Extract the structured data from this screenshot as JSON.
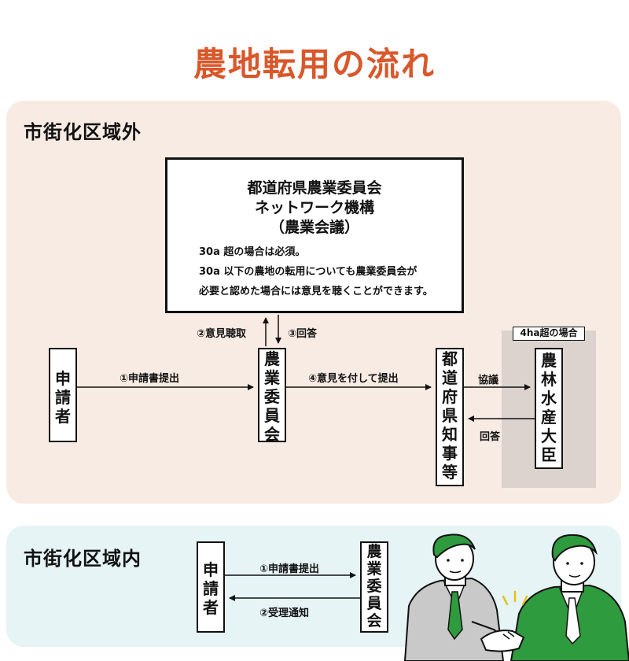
{
  "title": "農地転用の流れ",
  "outside": {
    "label": "市街化区域外",
    "committee_network": {
      "line1": "都道府県農業委員会",
      "line2": "ネットワーク機構",
      "line3": "（農業会議）",
      "note1": "30a 超の場合は必須。",
      "note2": "30a 以下の農地の転用についても農業委員会が",
      "note3": "必要と認めた場合には意見を聴くことができます。"
    },
    "applicant": "申請者",
    "agri_committee": "農業委員会",
    "governor": "都道府県知事等",
    "minister": "農林水産大臣",
    "over4ha_tag": "4ha超の場合",
    "arrows": {
      "submit": "①申請書提出",
      "hearing": "②意見聴取",
      "reply": "③回答",
      "forward": "④意見を付して提出",
      "consult": "協議",
      "answer": "回答"
    }
  },
  "inside": {
    "label": "市街化区域内",
    "applicant": "申請者",
    "agri_committee": "農業委員会",
    "arrows": {
      "submit": "①申請書提出",
      "notice": "②受理通知"
    }
  },
  "colors": {
    "title": "#d9582b",
    "outside_bg": "#f8ebe3",
    "inside_bg": "#e6f4f6",
    "suit_green": "#2e9b3f",
    "suit_grey": "#c9c9c9"
  }
}
